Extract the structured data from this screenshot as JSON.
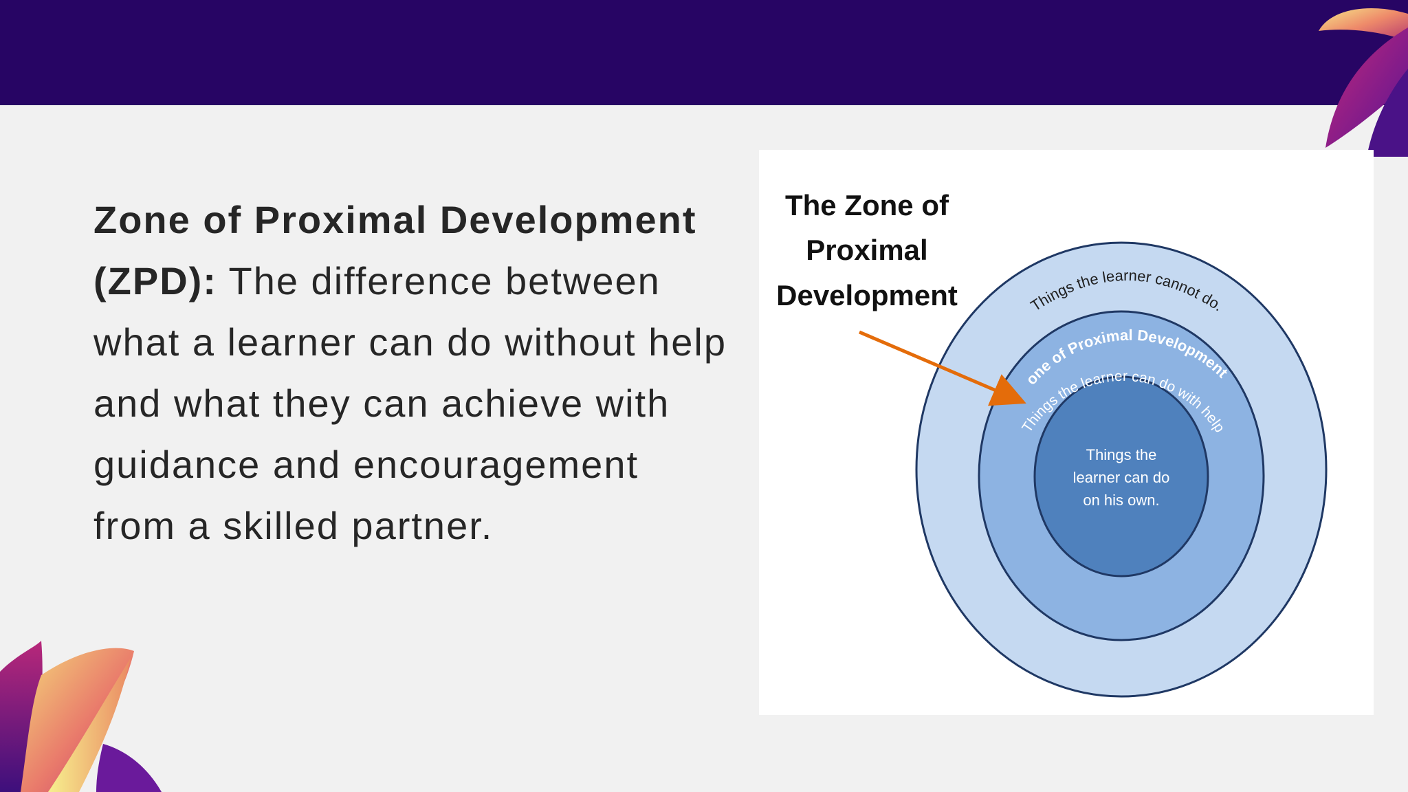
{
  "slide": {
    "term": "Zone of Proximal Development (ZPD):",
    "definition": " The difference between what a learner can do without help and what they can achieve with guidance and encouragement from a skilled partner."
  },
  "diagram": {
    "title_lines": [
      "The Zone of",
      "Proximal",
      "Development"
    ],
    "outer_ring_text": "Things the learner cannot do.",
    "middle_ring_title": "Zone of Proximal Development:",
    "middle_ring_subtitle": "Things the learner can do with help",
    "inner_text_lines": [
      "Things the",
      "learner can do",
      "on his own."
    ],
    "colors": {
      "outer_fill": "#c5d9f1",
      "middle_fill": "#8db3e2",
      "inner_fill": "#4f81bd",
      "ring_stroke": "#1f3864",
      "arrow": "#e46c0a"
    }
  },
  "theme": {
    "band_color": "#270564",
    "background": "#f1f1f1"
  }
}
